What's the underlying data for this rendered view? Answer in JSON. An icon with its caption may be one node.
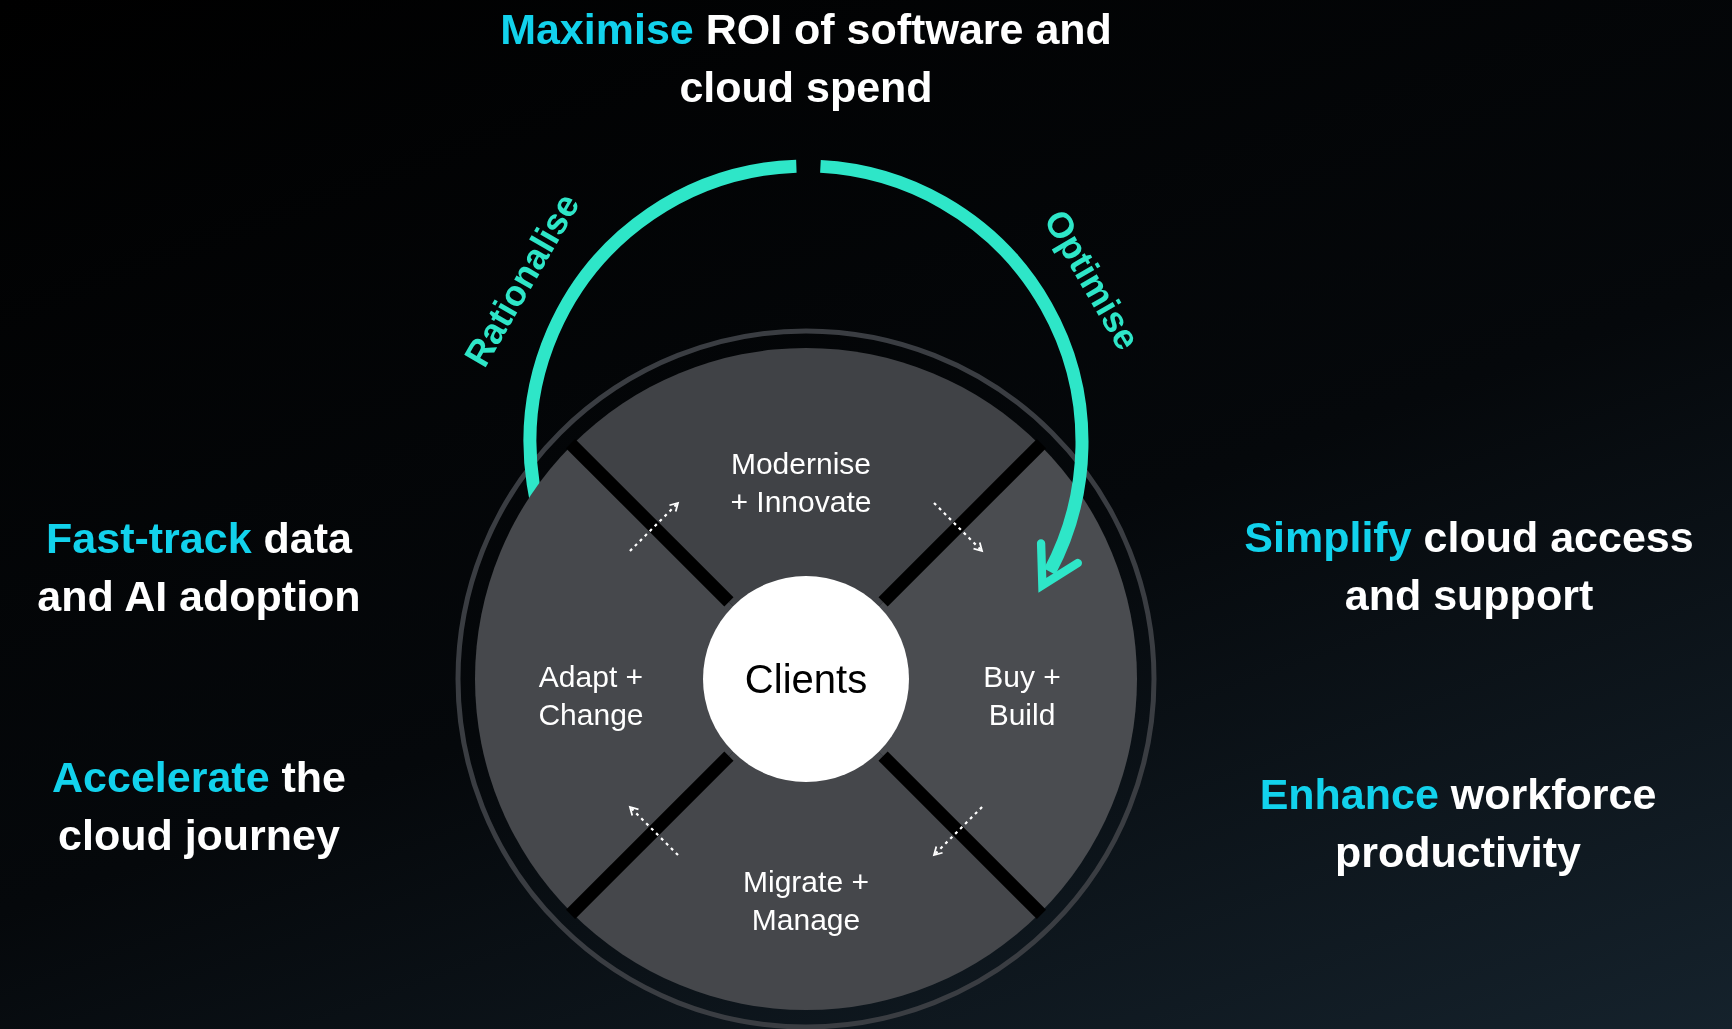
{
  "diagram": {
    "title": "**Maximise** ROI of software and cloud spend",
    "nodes": [
      {
        "text": [
          "Modernise + Innovate"
        ]
      },
      {
        "text": [
          "Adapt + Change"
        ]
      },
      {
        "text": [
          "Clients"
        ]
      },
      {
        "text": [
          "Buy + Build"
        ]
      },
      {
        "text": [
          "Migrate + Manage"
        ]
      }
    ],
    "edges": [
      {
        "from": 1,
        "to": 0,
        "arrow": "to",
        "style": "dashed"
      },
      {
        "from": 0,
        "to": 3,
        "arrow": "to",
        "style": "dashed"
      },
      {
        "from": 3,
        "to": 4,
        "arrow": "to",
        "style": "dashed"
      },
      {
        "from": 4,
        "to": 1,
        "arrow": "to",
        "style": "dashed"
      }
    ],
    "labels": [
      "Rationalise",
      "Optimise",
      "**Fast-track** data and AI adoption",
      "**Simplify** cloud access and support",
      "**Accelerate** the cloud journey",
      "**Enhance** workforce productivity"
    ]
  }
}
